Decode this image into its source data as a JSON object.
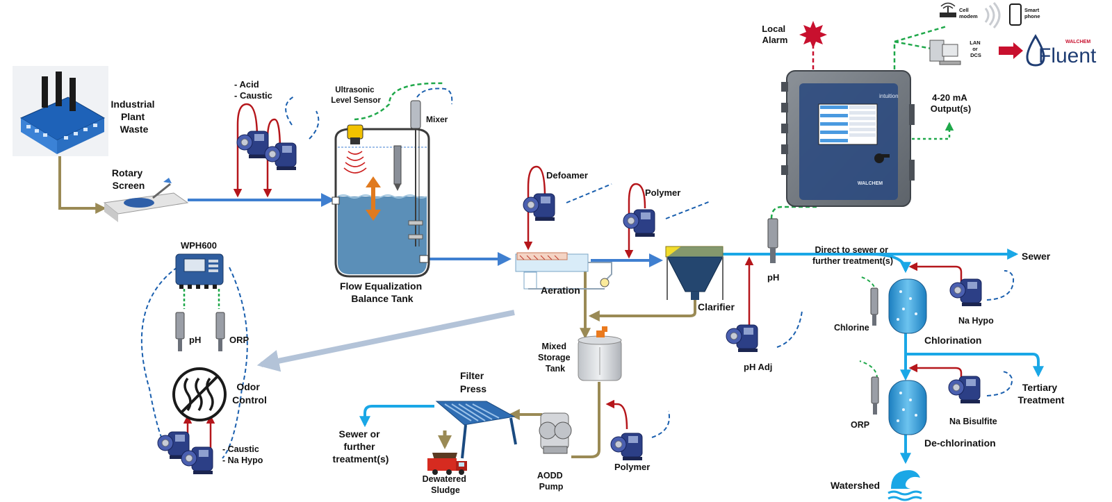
{
  "labels": {
    "industrial_plant_waste": [
      "Industrial",
      "Plant",
      "Waste"
    ],
    "rotary_screen": [
      "Rotary",
      "Screen"
    ],
    "acid": "- Acid",
    "caustic": "- Caustic",
    "ultrasonic_level_sensor": [
      "Ultrasonic",
      "Level Sensor"
    ],
    "mixer": "Mixer",
    "flow_equalization": [
      "Flow Equalization",
      "Balance Tank"
    ],
    "defoamer": "Defoamer",
    "polymer_top": "Polymer",
    "aeration": "Aeration",
    "clarifier": "Clarifier",
    "local_alarm": [
      "Local",
      "Alarm"
    ],
    "cell_modem": [
      "Cell",
      "modem"
    ],
    "smart_phone": [
      "Smart",
      "phone"
    ],
    "lan_dcs": [
      "LAN",
      "or",
      "DCS"
    ],
    "output": [
      "4-20 mA",
      "Output(s)"
    ],
    "ph_main": "pH",
    "direct_to_sewer": [
      "Direct to sewer or",
      "further treatment(s)"
    ],
    "sewer": "Sewer",
    "na_hypo": "Na Hypo",
    "chlorine": "Chlorine",
    "chlorination": "Chlorination",
    "ph_adj": "pH Adj",
    "tertiary_treatment": [
      "Tertiary",
      "Treatment"
    ],
    "orp_right": "ORP",
    "na_bisulfite": "Na Bisulfite",
    "dechlorination": "De-chlorination",
    "watershed": "Watershed",
    "wph600": "WPH600",
    "ph_left": "pH",
    "orp_left": "ORP",
    "odor_control": [
      "Odor",
      "Control"
    ],
    "caustic_left": "- Caustic",
    "na_hypo_left": "- Na Hypo",
    "mixed_storage_tank": [
      "Mixed",
      "Storage",
      "Tank"
    ],
    "filter_press": [
      "Filter",
      "Press"
    ],
    "sewer_further": [
      "Sewer or",
      "further",
      "treatment(s)"
    ],
    "dewatered_sludge": [
      "Dewatered",
      "Sludge"
    ],
    "aodd_pump": [
      "AODD",
      "Pump"
    ],
    "polymer_bottom": "Polymer"
  },
  "controller": {
    "brand": "intuition",
    "maker": "WALCHEM"
  },
  "logo": {
    "small": "WALCHEM",
    "word": "Fluent"
  },
  "colors": {
    "process_pipe": "#3f7fd0",
    "treated_pipe": "#1aa7e6",
    "sludge_pipe": "#9a8a55",
    "chemical_line": "#b5161b",
    "signal_dashed": "#1a5fae",
    "network_dashed": "#1fa84a",
    "tank_water": "#5b8fb8",
    "pump_blue": "#2c3f86",
    "alarm_red": "#c8102e"
  }
}
